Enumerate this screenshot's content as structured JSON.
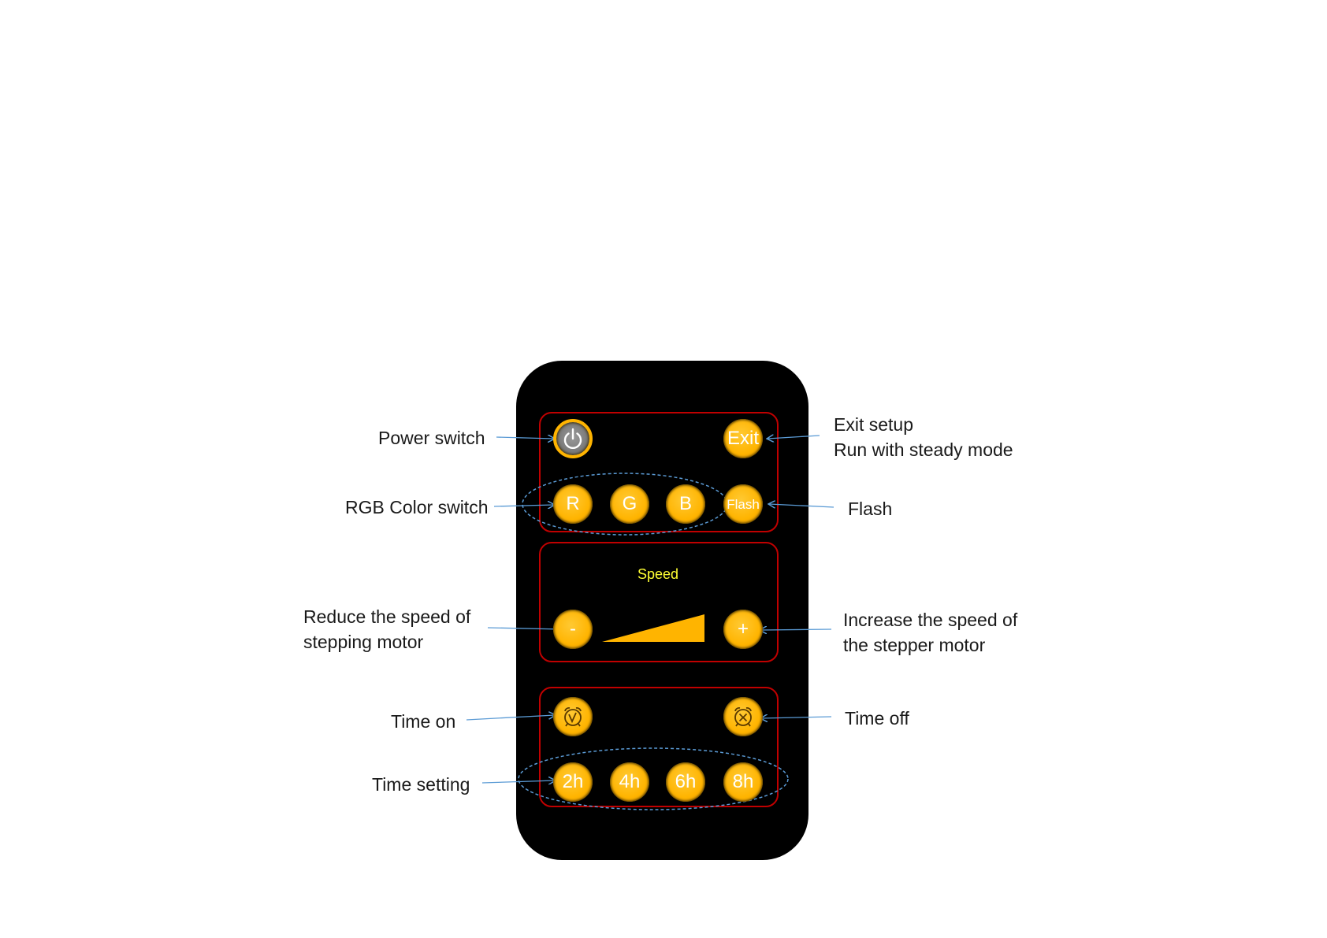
{
  "remote": {
    "buttons": {
      "power": {
        "icon": "power-icon"
      },
      "exit": "Exit",
      "r": "R",
      "g": "G",
      "b": "B",
      "flash": "Flash",
      "minus": "-",
      "plus": "+",
      "time_on": {
        "icon": "alarm-clock-check-icon"
      },
      "time_off": {
        "icon": "alarm-clock-cross-icon"
      },
      "h2": "2h",
      "h4": "4h",
      "h6": "6h",
      "h8": "8h"
    },
    "speed_label": "Speed"
  },
  "callouts": {
    "power_switch": "Power switch",
    "rgb_color_switch": "RGB Color switch",
    "reduce_speed_line1": "Reduce the speed of",
    "reduce_speed_line2": "stepping motor",
    "time_on": "Time on",
    "time_setting": "Time setting",
    "exit_setup_line1": "Exit setup",
    "exit_setup_line2": "Run with steady mode",
    "flash": "Flash",
    "increase_speed_line1": "Increase the speed of",
    "increase_speed_line2": "the stepper motor",
    "time_off": "Time off"
  },
  "colors": {
    "remote_body": "#000000",
    "button_fill": "#ffb400",
    "panel_border": "#c00000",
    "speed_label": "#ffff33",
    "arrow": "#5b9bd5"
  }
}
